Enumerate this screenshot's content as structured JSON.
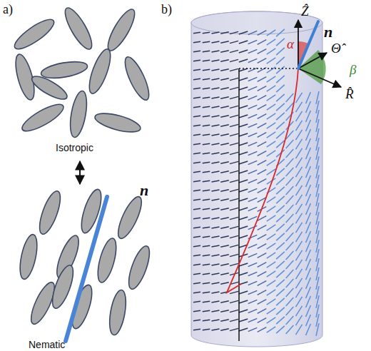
{
  "diagram": {
    "labels": [
      "a)",
      "b)",
      "Isotropic",
      "Nematic",
      "n",
      "n",
      "Ẑ",
      "Θ̂",
      "R̂",
      "α",
      "β"
    ]
  }
}
